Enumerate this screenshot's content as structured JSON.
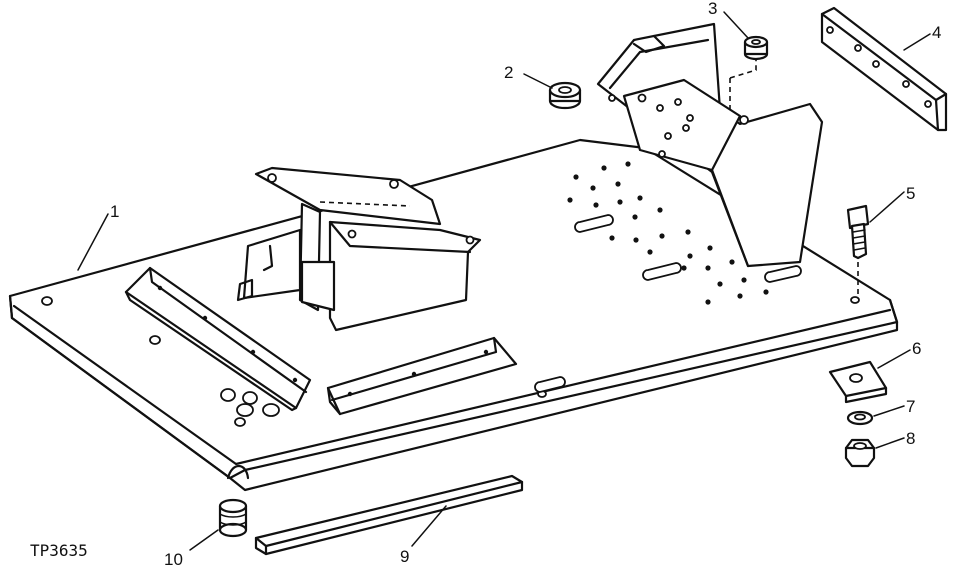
{
  "figure": {
    "id": "TP3635"
  },
  "callouts": [
    {
      "label": "1"
    },
    {
      "label": "2"
    },
    {
      "label": "3"
    },
    {
      "label": "4"
    },
    {
      "label": "5"
    },
    {
      "label": "6"
    },
    {
      "label": "7"
    },
    {
      "label": "8"
    },
    {
      "label": "9"
    },
    {
      "label": "10"
    }
  ]
}
